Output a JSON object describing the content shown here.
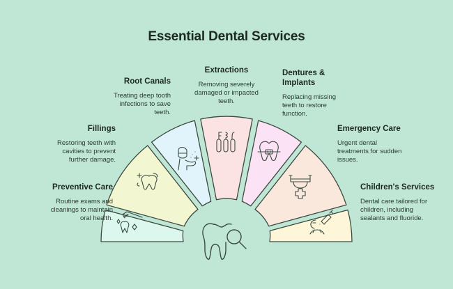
{
  "title": "Essential Dental Services",
  "colors": {
    "background": "#c0e6d5",
    "stroke": "#3a4a40",
    "segments": [
      "#dcf7ee",
      "#f2f7d2",
      "#e1f4fb",
      "#fbe3e3",
      "#fbe2f5",
      "#fbe8dc",
      "#fdf6d8"
    ]
  },
  "services": [
    {
      "title": "Preventive Care",
      "desc_lines": [
        "Routine exams and",
        "cleanings to maintain",
        "oral health."
      ],
      "icon": "toothbrush-sparkle-icon"
    },
    {
      "title": "Fillings",
      "desc_lines": [
        "Restoring teeth with",
        "cavities to prevent",
        "further damage."
      ],
      "icon": "tooth-filling-icon"
    },
    {
      "title": "Root Canals",
      "desc_lines": [
        "Treating deep tooth",
        "infections to save",
        "teeth."
      ],
      "icon": "dentist-shield-icon"
    },
    {
      "title": "Extractions",
      "desc_lines": [
        "Removing severely",
        "damaged or impacted",
        "teeth."
      ],
      "icon": "dental-tools-icon"
    },
    {
      "title_lines": [
        "Dentures &",
        "Implants"
      ],
      "desc_lines": [
        "Replacing missing",
        "teeth to restore",
        "function."
      ],
      "icon": "tooth-braces-icon"
    },
    {
      "title": "Emergency Care",
      "desc_lines": [
        "Urgent dental",
        "treatments for sudden",
        "issues."
      ],
      "icon": "dental-light-cross-icon"
    },
    {
      "title": "Children's Services",
      "desc_lines": [
        "Dental care tailored for",
        "children, including",
        "sealants and fluoride."
      ],
      "icon": "child-syringe-icon"
    }
  ],
  "center_icon": "tooth-magnifier-icon"
}
